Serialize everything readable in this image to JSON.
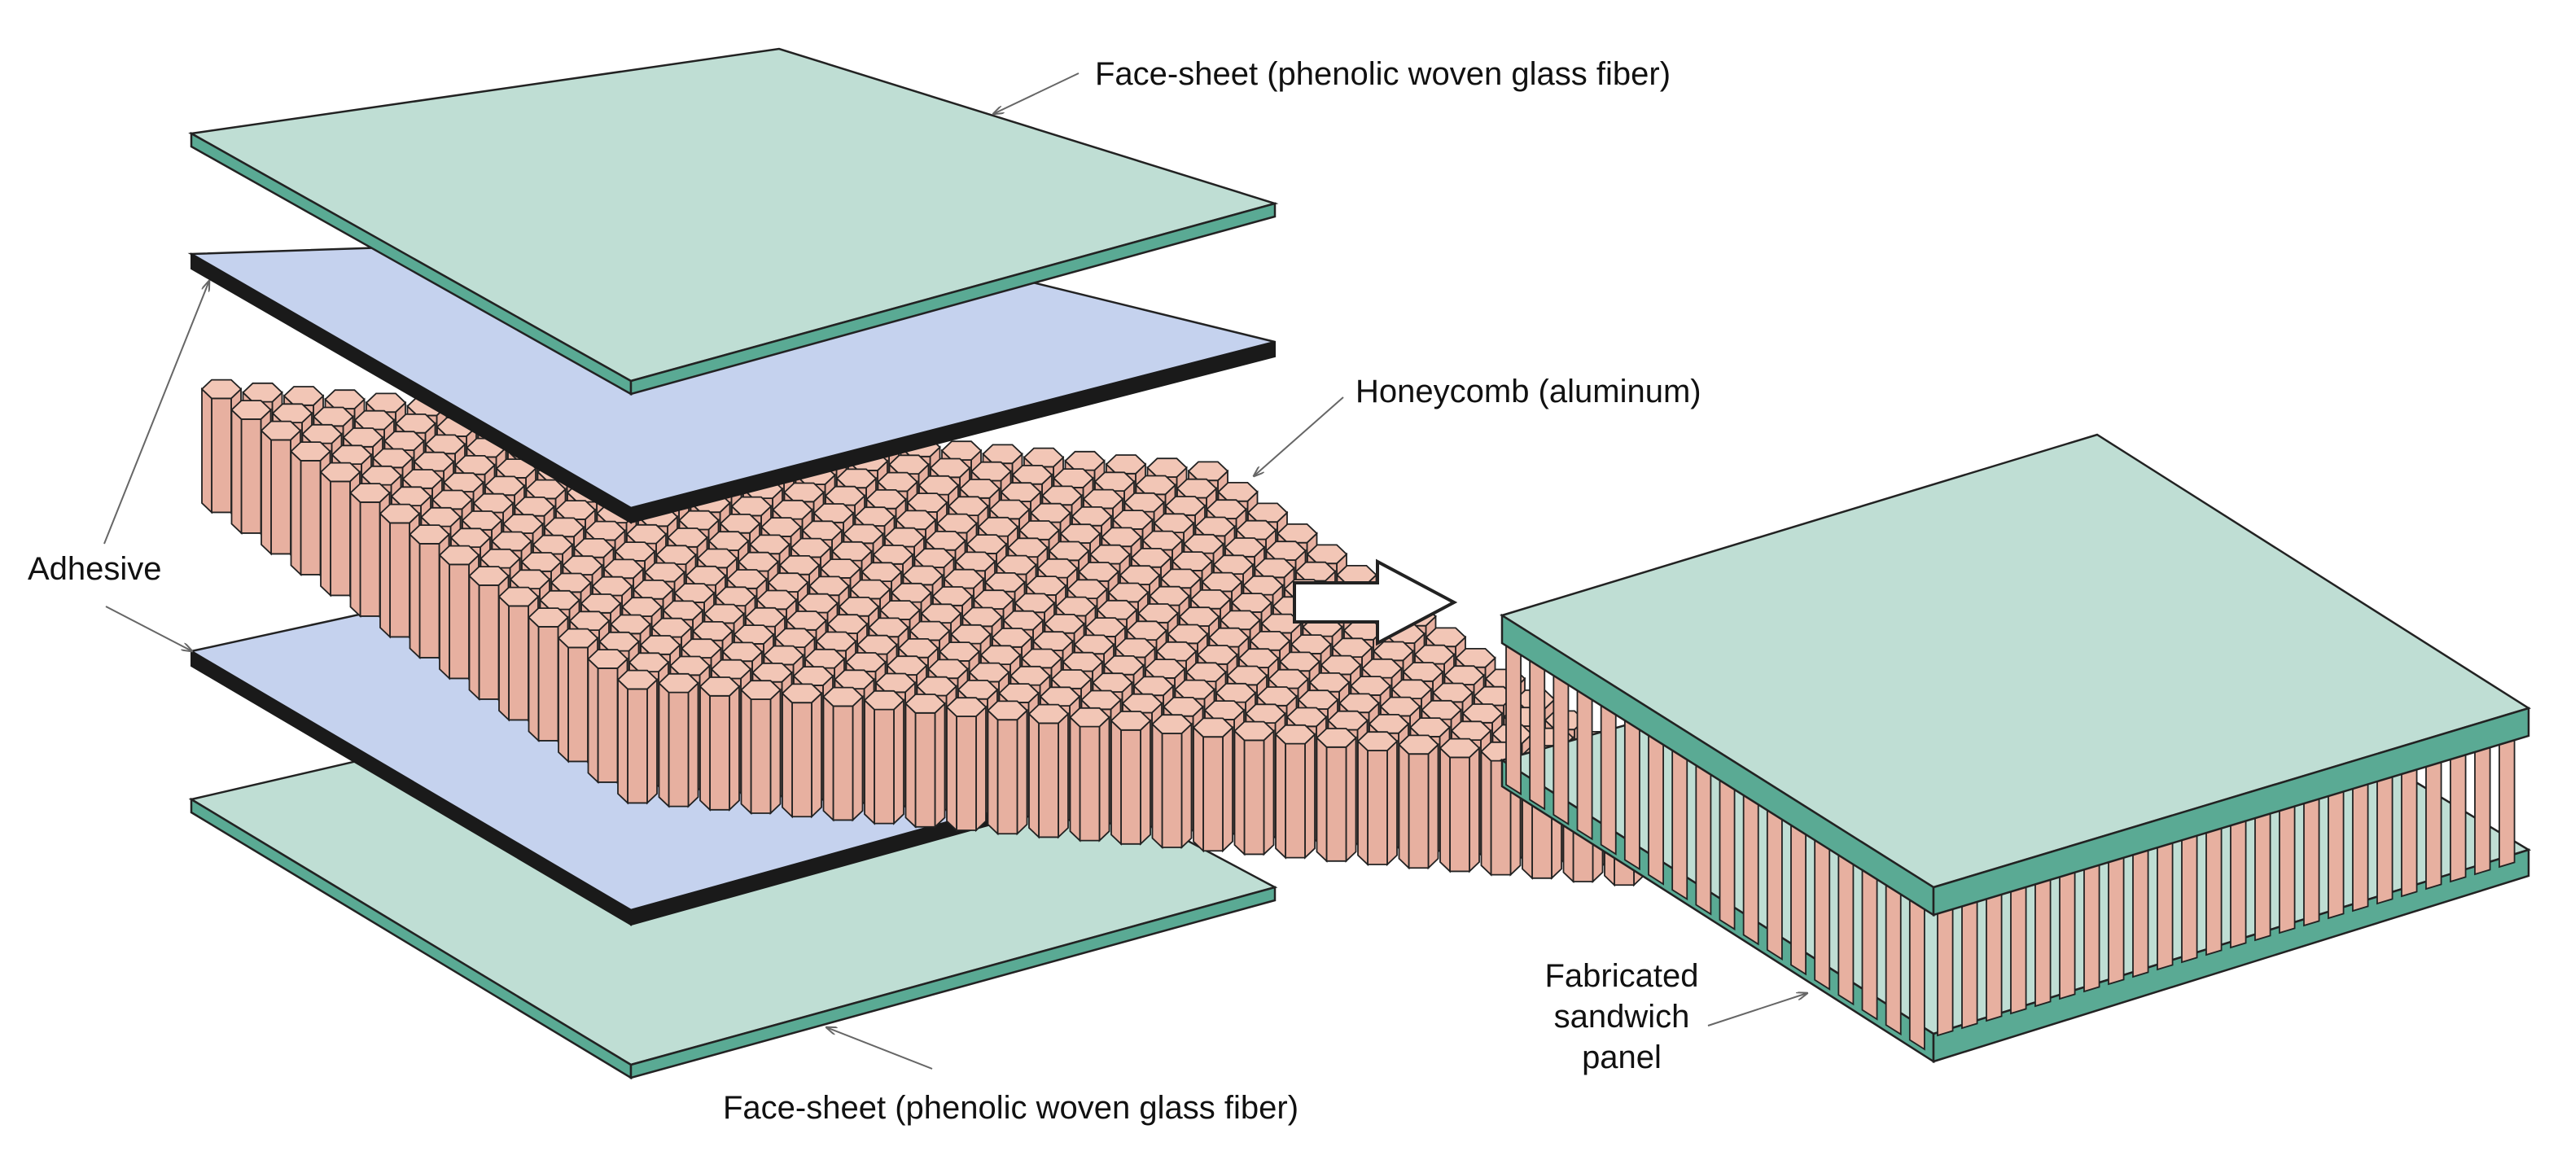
{
  "labels": {
    "face_sheet_top": "Face-sheet (phenolic woven glass fiber)",
    "honeycomb": "Honeycomb (aluminum)",
    "adhesive": "Adhesive",
    "face_sheet_bottom": "Face-sheet (phenolic woven glass fiber)",
    "fabricated_line1": "Fabricated",
    "fabricated_line2": "sandwich",
    "fabricated_line3": "panel"
  },
  "colors": {
    "face_sheet": "#bfded4",
    "face_sheet_edge": "#5aaa94",
    "adhesive": "#c5d2ee",
    "adhesive_edge": "#1a1a1a",
    "honeycomb_top": "#f2c6b6",
    "honeycomb_side": "#e7b0a0",
    "outline": "#222222",
    "leader": "#666666"
  },
  "icons": {
    "arrow": "hollow-right-arrow-icon"
  }
}
